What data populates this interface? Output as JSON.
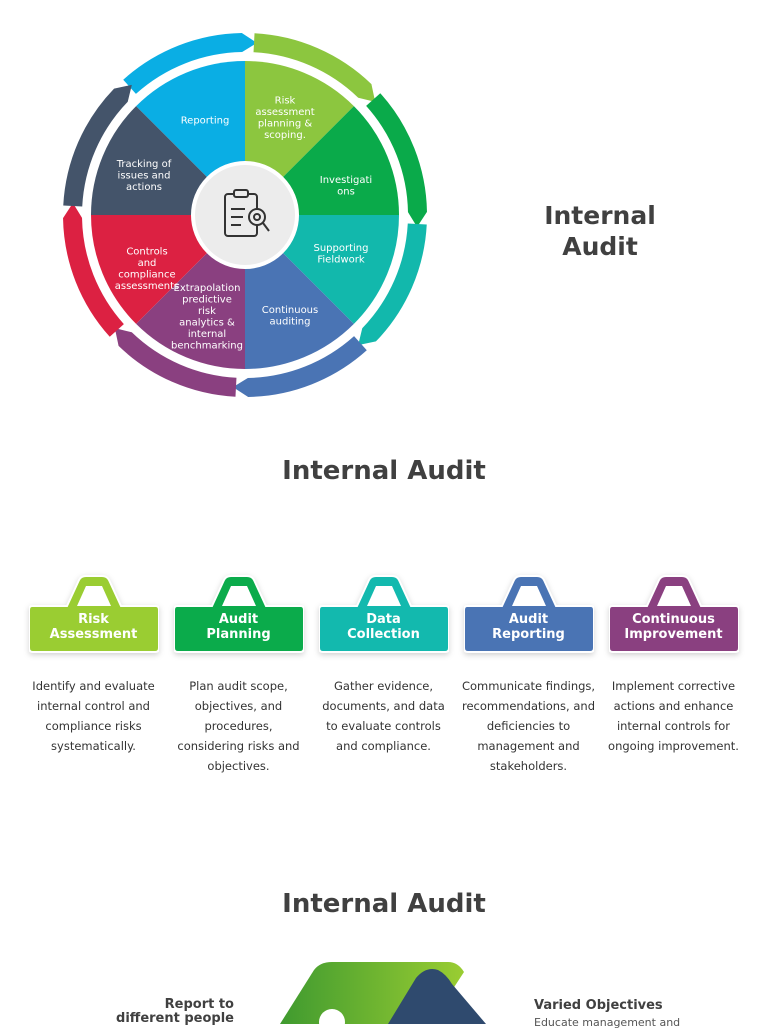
{
  "wheel": {
    "segments": [
      {
        "label": "Reporting",
        "color": "#0aaee4"
      },
      {
        "label": "Risk assessment planning & scoping.",
        "color": "#8cc63f"
      },
      {
        "label": "Investigations",
        "color": "#0aaa4a"
      },
      {
        "label": "Supporting Fieldwork",
        "color": "#12b8ac"
      },
      {
        "label": "Continuous auditing",
        "color": "#4a74b4"
      },
      {
        "label": "Extrapolation predictive risk analytics & internal benchmarking",
        "color": "#8a4080"
      },
      {
        "label": "Controls and compliance assessments",
        "color": "#dc2142"
      },
      {
        "label": "Tracking of issues and actions",
        "color": "#44546a"
      }
    ],
    "center_icon": "clipboard-gear-icon"
  },
  "side_title": {
    "line1": "Internal",
    "line2": "Audit"
  },
  "section2": {
    "title": "Internal Audit"
  },
  "steps": [
    {
      "title_line1": "Risk",
      "title_line2": "Assessment",
      "color": "#9acd32",
      "desc": "Identify and evaluate internal control and compliance risks systematically."
    },
    {
      "title_line1": "Audit",
      "title_line2": "Planning",
      "color": "#0bab4b",
      "desc": "Plan audit scope, objectives, and procedures, considering risks and objectives."
    },
    {
      "title_line1": "Data",
      "title_line2": "Collection",
      "color": "#13b9ae",
      "desc": "Gather evidence, documents, and data to evaluate controls and compliance."
    },
    {
      "title_line1": "Audit",
      "title_line2": "Reporting",
      "color": "#4a74b4",
      "desc": "Communicate findings, recommendations, and deficiencies to management and stakeholders."
    },
    {
      "title_line1": "Continuous",
      "title_line2": "Improvement",
      "color": "#8a4080",
      "desc": "Implement corrective actions and enhance internal controls for ongoing improvement."
    }
  ],
  "section3": {
    "title": "Internal Audit",
    "left_label": "Report to different people",
    "right_label": "Varied Objectives",
    "right_sub": "Educate management and"
  }
}
